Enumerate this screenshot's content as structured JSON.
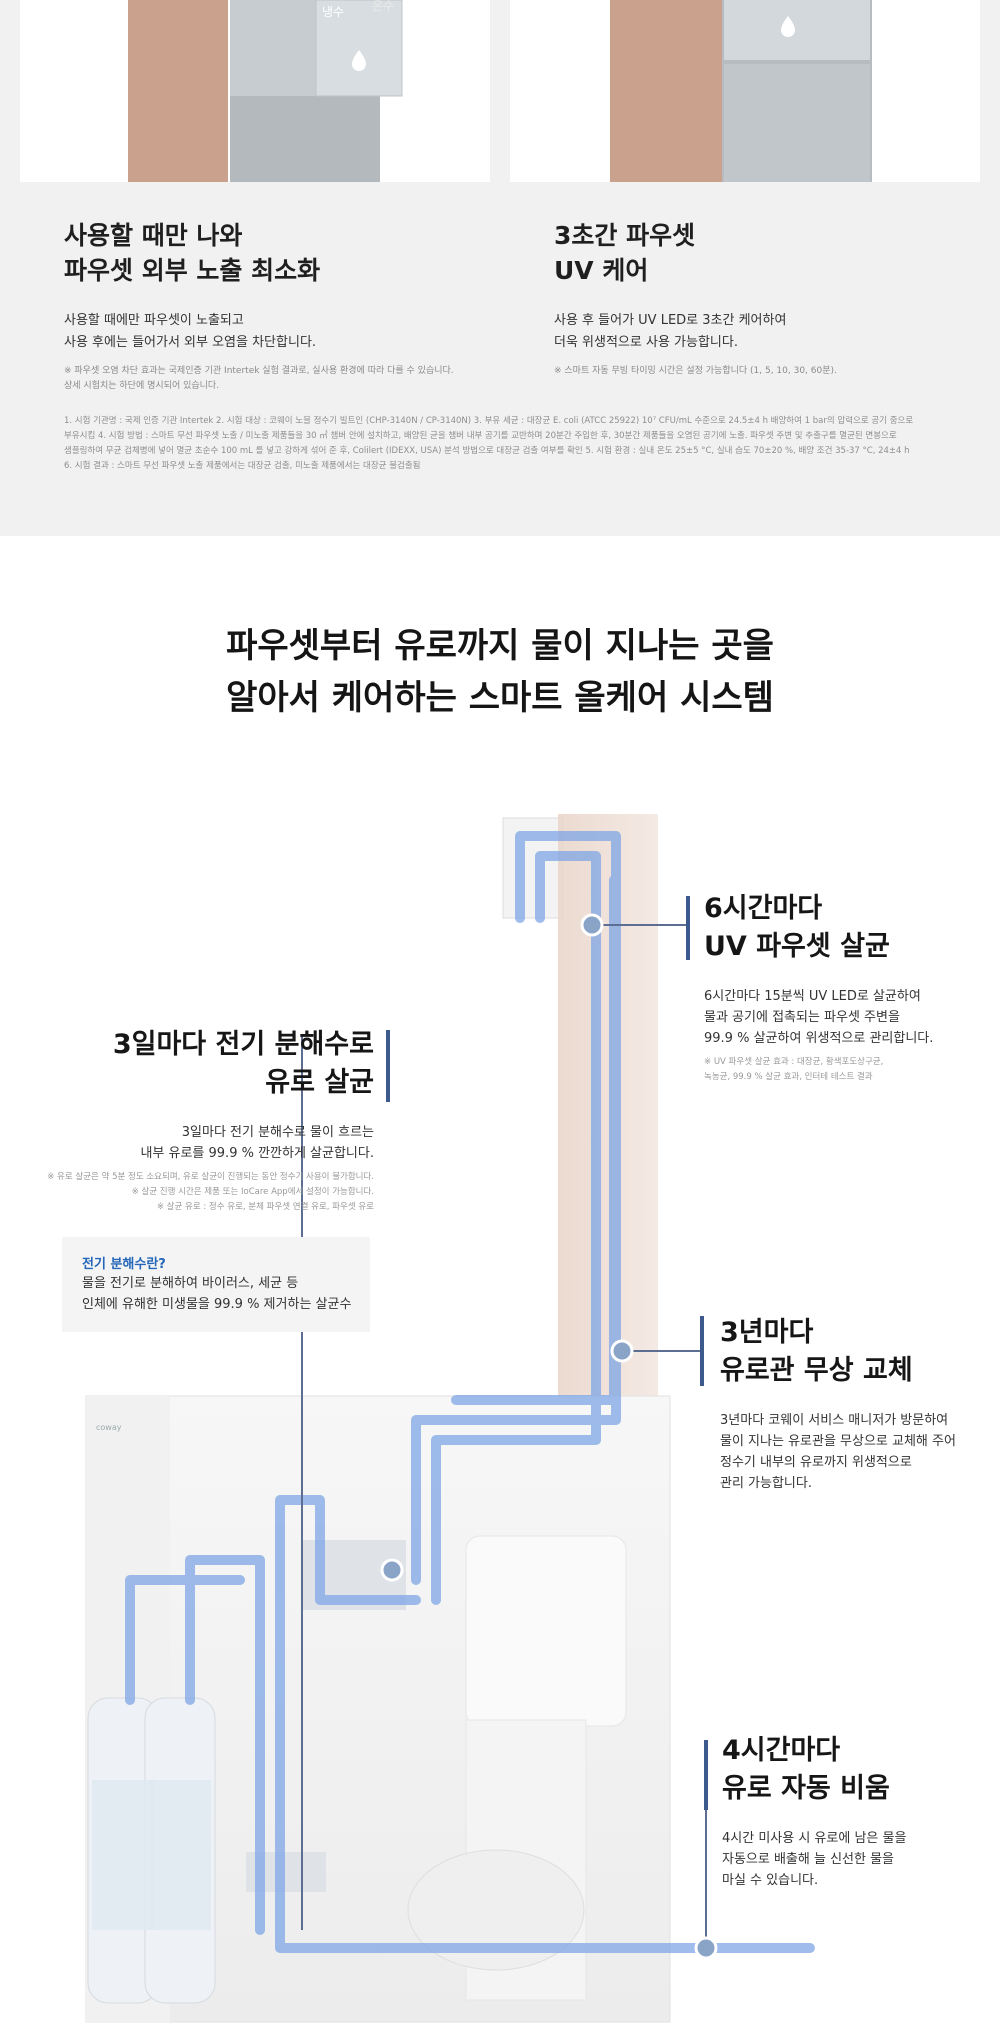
{
  "features": [
    {
      "title": [
        "사용할 때만 나와",
        "파우셋 외부 노출 최소화"
      ],
      "desc": [
        "사용할 때에만 파우셋이 노출되고",
        "사용 후에는 들어가서 외부 오염을 차단합니다."
      ],
      "note": [
        "※ 파우셋 오염 차단 효과는 국제인증 기관 Intertek 실험 결과로, 실사용 환경에 따라 다를 수 있습니다.",
        "상세 시험치는 하단에 명시되어 있습니다."
      ]
    },
    {
      "title": [
        "3초간 파우셋",
        "UV 케어"
      ],
      "desc": [
        "사용 후 들어가 UV LED로 3초간 케어하여",
        "더욱 위생적으로 사용 가능합니다."
      ],
      "note": [
        "※ 스마트 자동 무빙 타이밍 시간은 설정 가능합니다 (1, 5, 10, 30, 60분)."
      ]
    }
  ],
  "device_labels": {
    "cold": "냉수",
    "hot": "온수"
  },
  "footnotes": [
    "1. 시험 기관명 : 국제 인증 기관 Intertek 2. 시험 대상 : 코웨이 노블 정수기 빌트인 (CHP-3140N / CP-3140N) 3. 부유 세균 : 대장균 E. coli (ATCC 25922) 10⁷ CFU/mL 수준으로 24.5±4 h 배양하여 1 bar의 압력으로 공기 중으로",
    "부유시킴 4. 시험 방법 : 스마트 무선 파우셋 노출 / 미노출 제품들을 30 ㎥ 챔버 안에 설치하고, 배양된 균을 챔버 내부 공기를 교반하며 20분간 주입한 후, 30분간 제품들을 오염된 공기에 노출. 파우셋 주변 및 추출구를 멸균된 면봉으로",
    "샘플링하여 무균 검체병에 넣어 멸균 초순수 100 mL 를 넣고 강하게 섞어 준 후, Colilert (IDEXX, USA) 분석 방법으로 대장균 검출 여부를 확인 5. 시험 환경 : 실내 온도 25±5 °C, 실내 습도 70±20 %, 배양 조건 35-37 °C, 24±4 h",
    "6. 시험 결과 : 스마트 무선 파우셋 노출 제품에서는 대장균 검출, 미노출 제품에서는 대장균 불검출됨"
  ],
  "headline": [
    "파우셋부터 유로까지 물이 지나는 곳을",
    "알아서 케어하는 스마트 올케어 시스템"
  ],
  "brand": "coway",
  "callouts": {
    "uv": {
      "title": [
        "6시간마다",
        "UV 파우셋 살균"
      ],
      "text": [
        "6시간마다 15분씩 UV LED로 살균하여",
        "물과 공기에 접촉되는 파우셋 주변을",
        "99.9 % 살균하여 위생적으로 관리합니다."
      ],
      "note": [
        "※ UV 파우셋 살균 효과 : 대장균, 황색포도상구균,",
        "녹농균, 99.9 % 살균 효과, 인터테 테스트 결과"
      ]
    },
    "electro": {
      "title": [
        "3일마다 전기 분해수로",
        "유로 살균"
      ],
      "text": [
        "3일마다 전기 분해수로 물이 흐르는",
        "내부 유로를 99.9 % 깐깐하게 살균합니다."
      ],
      "note": [
        "※ 유로 살균은 약 5분 정도 소요되며, 유로 살균이 진행되는 동안 정수기 사용이 불가합니다.",
        "※ 살균 진행 시간은 제품 또는 IoCare App에서 설정이 가능합니다.",
        "※ 살균 유로 : 정수 유로, 분체 파우셋 연결 유로, 파우셋 유로"
      ]
    },
    "pipe": {
      "title": [
        "3년마다",
        "유로관 무상 교체"
      ],
      "text": [
        "3년마다 코웨이 서비스 매니저가 방문하여",
        "물이 지나는 유로관을 무상으로 교체해 주어",
        "정수기 내부의 유로까지 위생적으로",
        "관리 가능합니다."
      ]
    },
    "drain": {
      "title": [
        "4시간마다",
        "유로 자동 비움"
      ],
      "text": [
        "4시간 미사용 시 유로에 남은 물을",
        "자동으로 배출해 늘 신선한 물을",
        "마실 수 있습니다."
      ]
    }
  },
  "info_box": {
    "question": "전기 분해수란?",
    "answer": [
      "물을 전기로 분해하여 바이러스, 세균 등",
      "인체에 유해한 미생물을 99.9 % 제거하는 살균수"
    ]
  },
  "colors": {
    "accent_bar": "#3d5a8c",
    "info_question": "#2466b8",
    "pipe": "#7fa6e6",
    "device_wood": "#cfa893"
  }
}
